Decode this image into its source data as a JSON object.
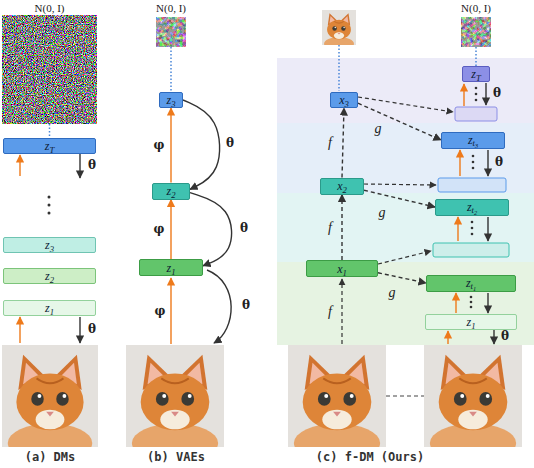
{
  "diagram": {
    "nodes": [
      {
        "text": [
          "zT"
        ]
      },
      {
        "text": [
          "z3"
        ]
      },
      {
        "text": [
          "z2"
        ]
      },
      {
        "text": [
          "z1"
        ]
      },
      {
        "text": [
          "z3"
        ]
      },
      {
        "text": [
          "z2"
        ]
      },
      {
        "text": [
          "z1"
        ]
      },
      {
        "text": [
          "x3"
        ]
      },
      {
        "text": [
          "x2"
        ]
      },
      {
        "text": [
          "x1"
        ]
      },
      {
        "text": [
          "zT"
        ]
      },
      {
        "text": [
          "zt3"
        ]
      },
      {
        "text": [
          "zt2"
        ]
      },
      {
        "text": [
          "zt1"
        ]
      },
      {
        "text": [
          "z1"
        ]
      }
    ],
    "edges": [
      {
        "from": 6,
        "to": 5,
        "arrow": "to",
        "label": "φ"
      },
      {
        "from": 5,
        "to": 4,
        "arrow": "to",
        "label": "φ"
      },
      {
        "from": 4,
        "to": 5,
        "arrow": "to",
        "label": "θ"
      },
      {
        "from": 5,
        "to": 6,
        "arrow": "to",
        "label": "θ"
      },
      {
        "from": 9,
        "to": 8,
        "arrow": "to",
        "label": "f"
      },
      {
        "from": 8,
        "to": 7,
        "arrow": "to",
        "label": "f"
      },
      {
        "from": 7,
        "to": 11,
        "arrow": "to",
        "label": "g"
      },
      {
        "from": 8,
        "to": 12,
        "arrow": "to",
        "label": "g"
      },
      {
        "from": 9,
        "to": 13,
        "arrow": "to",
        "label": "g"
      }
    ],
    "labels": [
      "N(0, I)",
      "N(0, I)",
      "N(0, I)",
      "θ",
      "θ",
      "φ",
      "θ",
      "f",
      "θ",
      "θ",
      "θ",
      "(a) DMs",
      "(b) VAEs",
      "(c) f-DM (Ours)"
    ]
  }
}
